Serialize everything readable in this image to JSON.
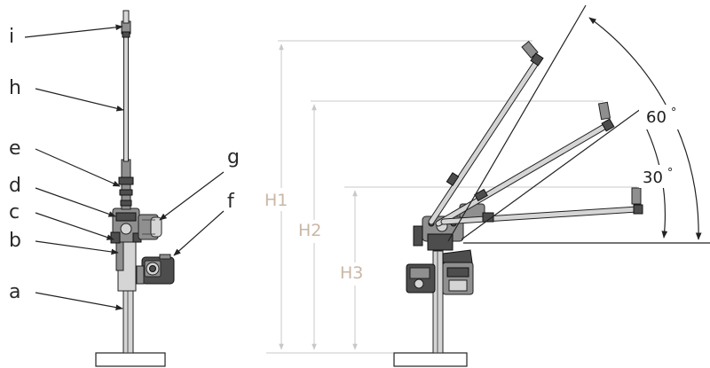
{
  "part_labels": {
    "a": "a",
    "b": "b",
    "c": "c",
    "d": "d",
    "e": "e",
    "f": "f",
    "g": "g",
    "h": "h",
    "i": "i"
  },
  "height_labels": {
    "h1": "H1",
    "h2": "H2",
    "h3": "H3"
  },
  "angle_labels": {
    "a60": "60",
    "a30": "30",
    "degree_symbol": "°"
  },
  "colors": {
    "line": "#222222",
    "dimension": "#c8c8c8",
    "height_text": "#c9b7a4",
    "body_text": "#2a2a2a"
  }
}
